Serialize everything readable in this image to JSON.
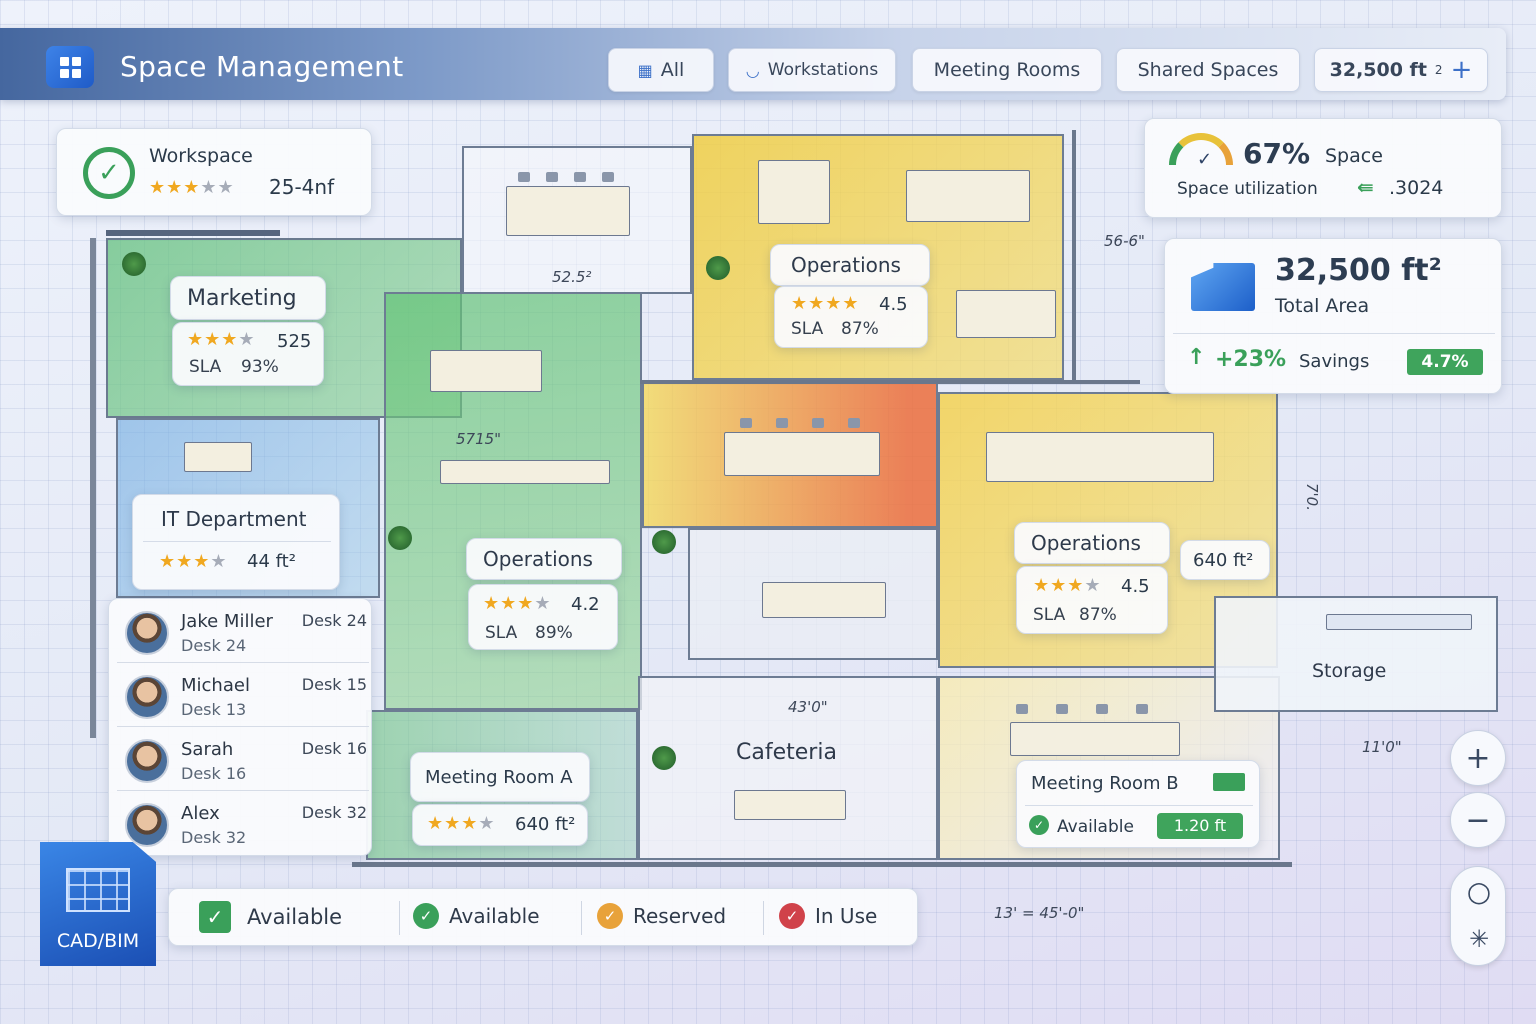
{
  "app": {
    "title": "Space Management"
  },
  "tabs": [
    {
      "label": "All",
      "icon": "building-icon"
    },
    {
      "label": "Workstations",
      "icon": "desk-icon"
    },
    {
      "label": "Meeting Rooms"
    },
    {
      "label": "Shared Spaces"
    },
    {
      "label": "32,500 ft",
      "sup": "2",
      "plus": "+"
    }
  ],
  "workspace_card": {
    "title": "Workspace",
    "rating": 3.5,
    "value": "25-4nf"
  },
  "utilization": {
    "percent": "67%",
    "label_right": "Space",
    "label": "Space utilization",
    "value": ".3024"
  },
  "total_area": {
    "value": "32,500 ft²",
    "label": "Total Area",
    "savings": "+23%",
    "savings_label": "Savings",
    "badge": "4.7%"
  },
  "zones": {
    "marketing": {
      "name": "Marketing",
      "rating": 3.5,
      "value": "525",
      "sla_label": "SLA",
      "sla": "93%"
    },
    "it": {
      "name": "IT Department",
      "rating": 3.5,
      "value": "44 ft²"
    },
    "ops_top": {
      "name": "Operations",
      "rating": 4.5,
      "value": "4.5",
      "sla_label": "SLA",
      "sla": "87%"
    },
    "ops_mid": {
      "name": "Operations",
      "rating": 3.5,
      "value": "4.2",
      "sla_label": "SLA",
      "sla": "89%"
    },
    "ops_right": {
      "name": "Operations",
      "rating": 3.5,
      "value": "4.5",
      "sla_label": "SLA",
      "sla": "87%",
      "area": "640 ft²"
    },
    "meeting_a": {
      "name": "Meeting Room A",
      "rating": 3,
      "value": "640 ft²"
    },
    "meeting_b": {
      "name": "Meeting Room B",
      "status": "Available",
      "badge": "1.20 ft"
    },
    "cafeteria": {
      "name": "Cafeteria"
    },
    "storage": {
      "name": "Storage"
    }
  },
  "dimensions": {
    "d1": "52.5²",
    "d2": "56-6\"",
    "d3": "5715\"",
    "d4": "7'0.",
    "d5": "43'0\"",
    "d6": "11'0\"",
    "d7": "13' = 45'-0\""
  },
  "occupants": [
    {
      "name": "Jake Miller",
      "desk": "Desk 24",
      "right": "Desk 24"
    },
    {
      "name": "Michael",
      "desk": "Desk 13",
      "right": "Desk 15"
    },
    {
      "name": "Sarah",
      "desk": "Desk 16",
      "right": "Desk 16"
    },
    {
      "name": "Alex",
      "desk": "Desk 32",
      "right": "Desk 32"
    }
  ],
  "cad_badge": {
    "label": "CAD/BIM"
  },
  "legend": [
    {
      "label": "Available",
      "color": "#3aa05a"
    },
    {
      "label": "Available",
      "color": "#3aa05a"
    },
    {
      "label": "Reserved",
      "color": "#e8a23a"
    },
    {
      "label": "In Use",
      "color": "#d0424a"
    }
  ],
  "controls": {
    "zoom_in": "+",
    "zoom_out": "−",
    "reset": "○",
    "settings": "✳"
  },
  "colors": {
    "green_zone": "#5fbf7a",
    "yellow_zone": "#f2cf3c",
    "red_zone": "#e8503a",
    "blue_zone": "#7fb0e0",
    "accent": "#3c70c8"
  }
}
